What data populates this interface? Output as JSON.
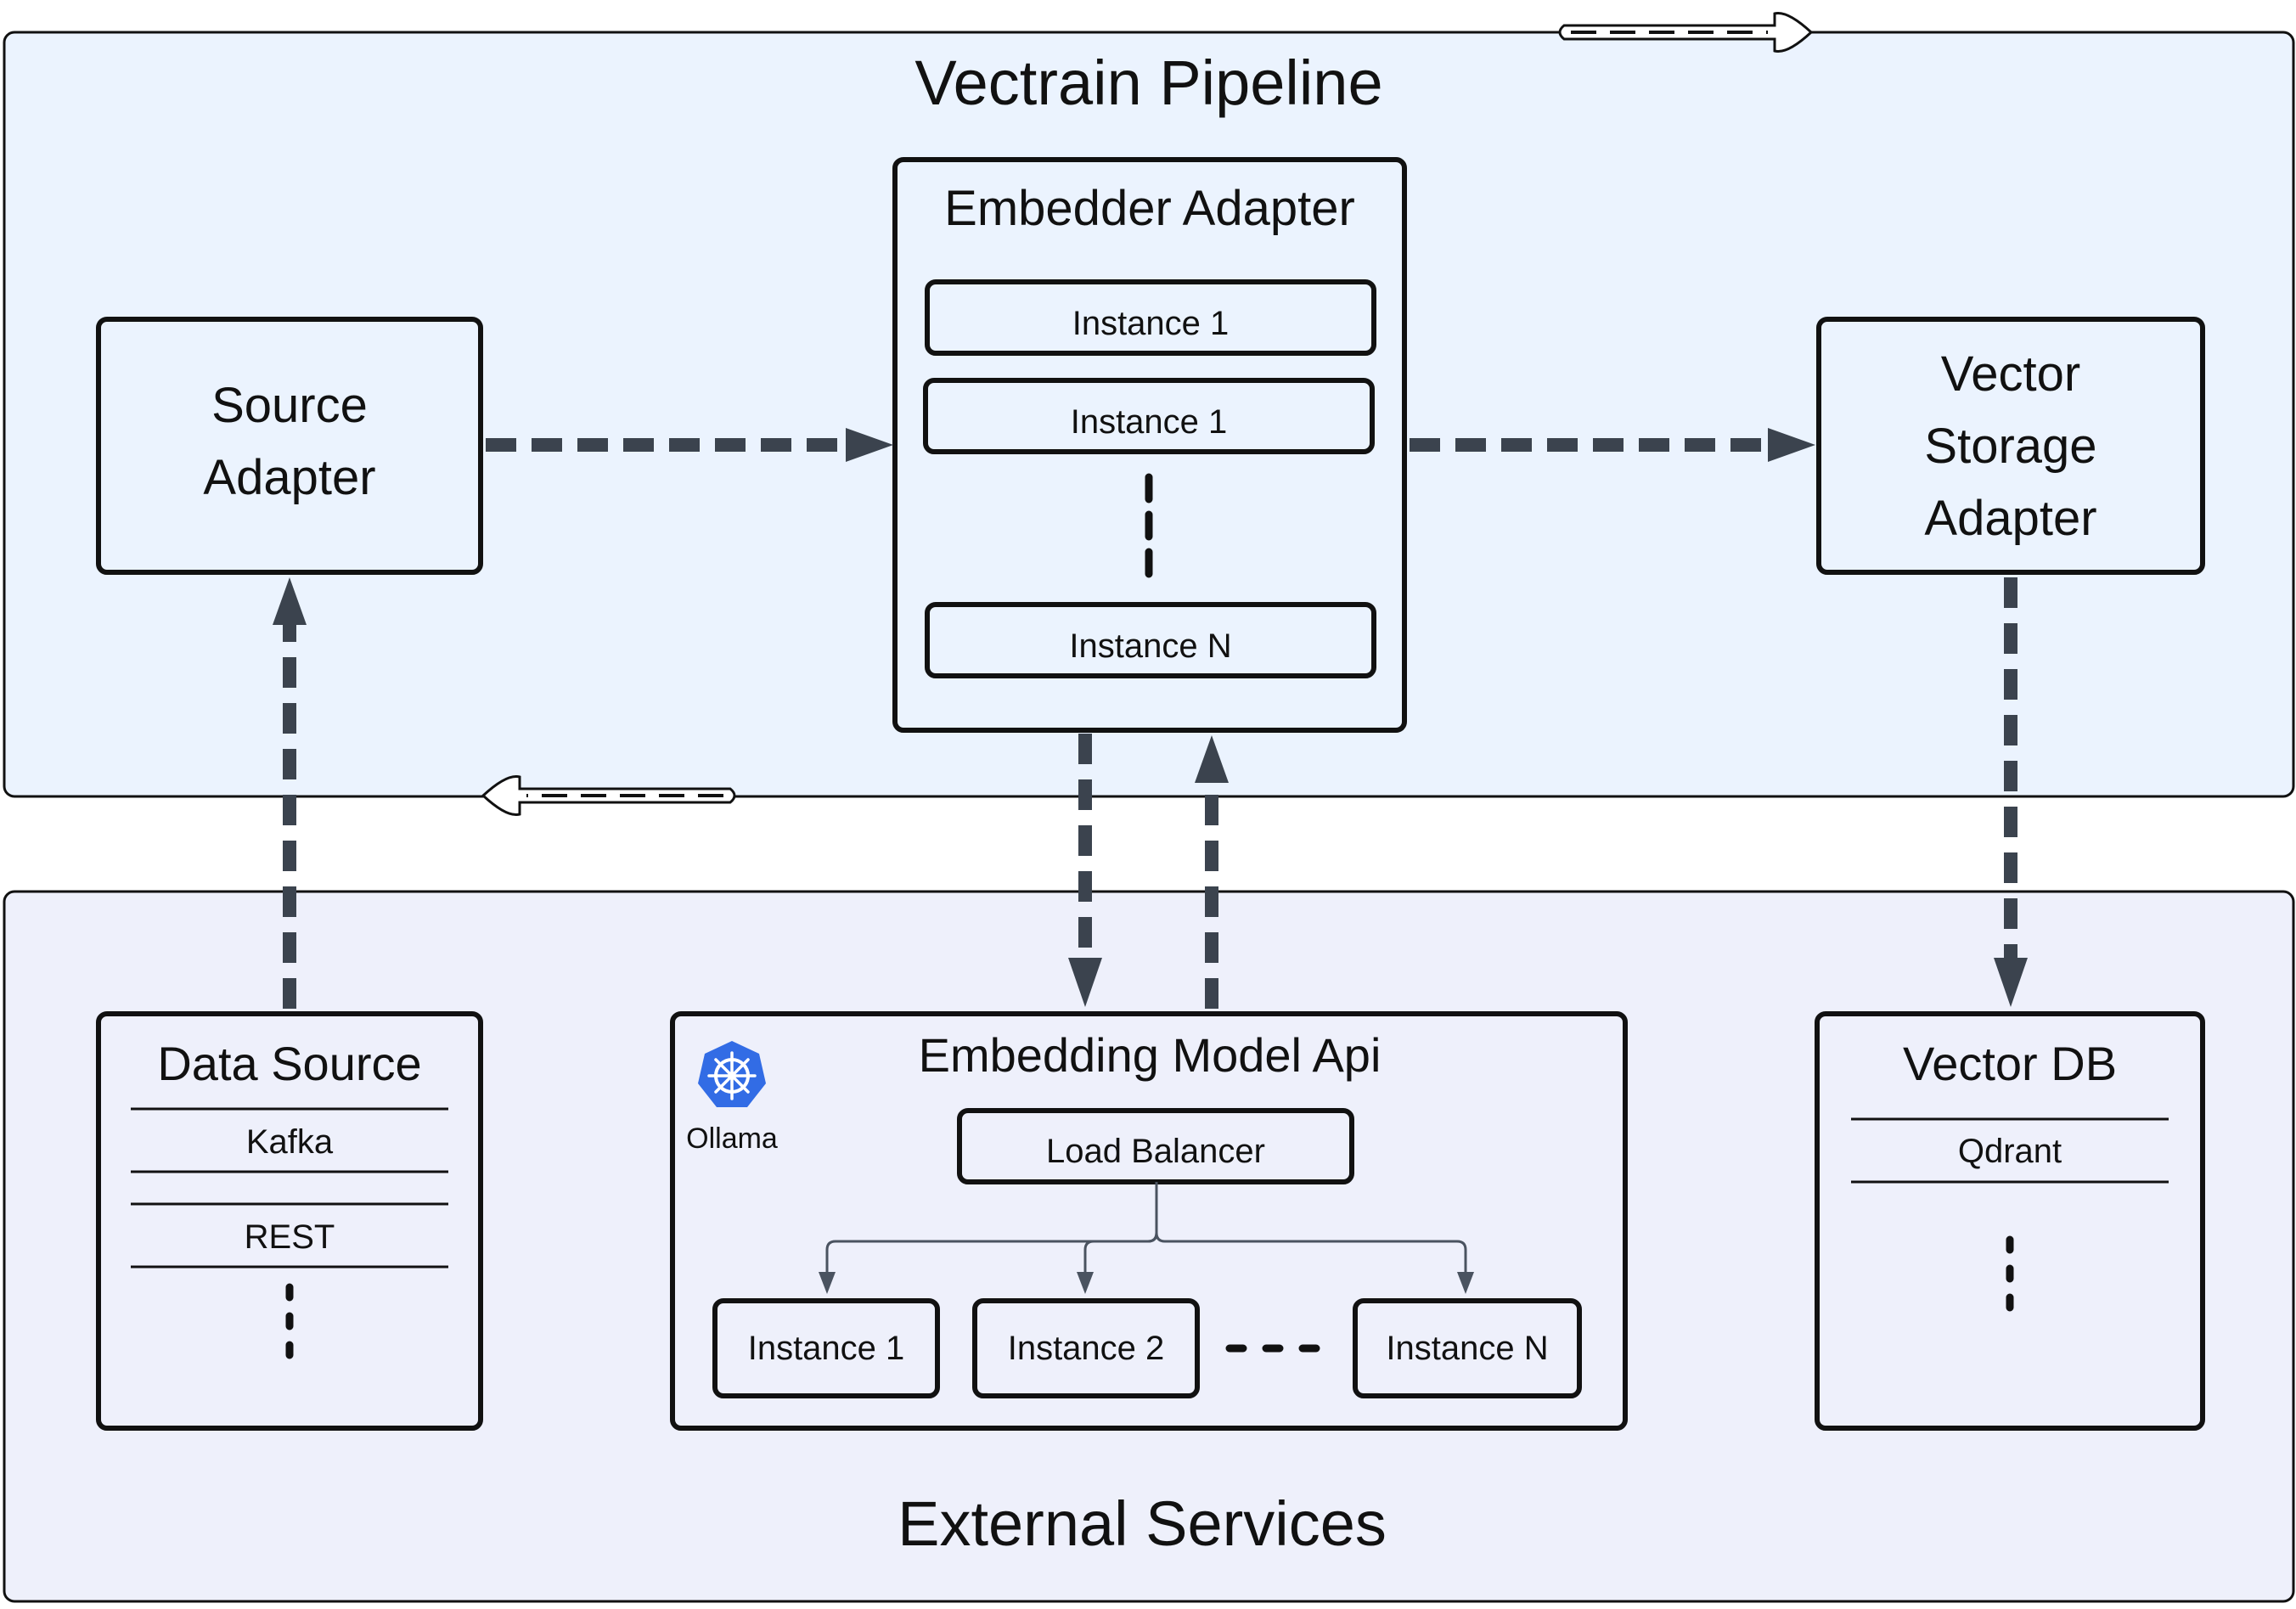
{
  "pipeline": {
    "title": "Vectrain Pipeline",
    "source_adapter": {
      "line1": "Source",
      "line2": "Adapter"
    },
    "embedder_adapter": {
      "title": "Embedder Adapter",
      "instances": [
        "Instance 1",
        "Instance 1",
        "Instance N"
      ]
    },
    "vector_storage_adapter": {
      "line1": "Vector",
      "line2": "Storage",
      "line3": "Adapter"
    }
  },
  "external": {
    "title": "External Services",
    "data_source": {
      "title": "Data Source",
      "items": [
        "Kafka",
        "REST"
      ]
    },
    "embedding_api": {
      "title": "Embedding Model Api",
      "logo_label": "Ollama",
      "load_balancer": "Load Balancer",
      "instances": [
        "Instance 1",
        "Instance 2",
        "Instance N"
      ]
    },
    "vector_db": {
      "title": "Vector DB",
      "items": [
        "Qdrant"
      ]
    }
  },
  "colors": {
    "pipeline_bg": "#ebf3fe",
    "external_bg": "#eef0fb",
    "arrow": "#3b434e",
    "logo": "#326ce5"
  },
  "icons": {
    "logo": "kubernetes-helm-icon"
  }
}
